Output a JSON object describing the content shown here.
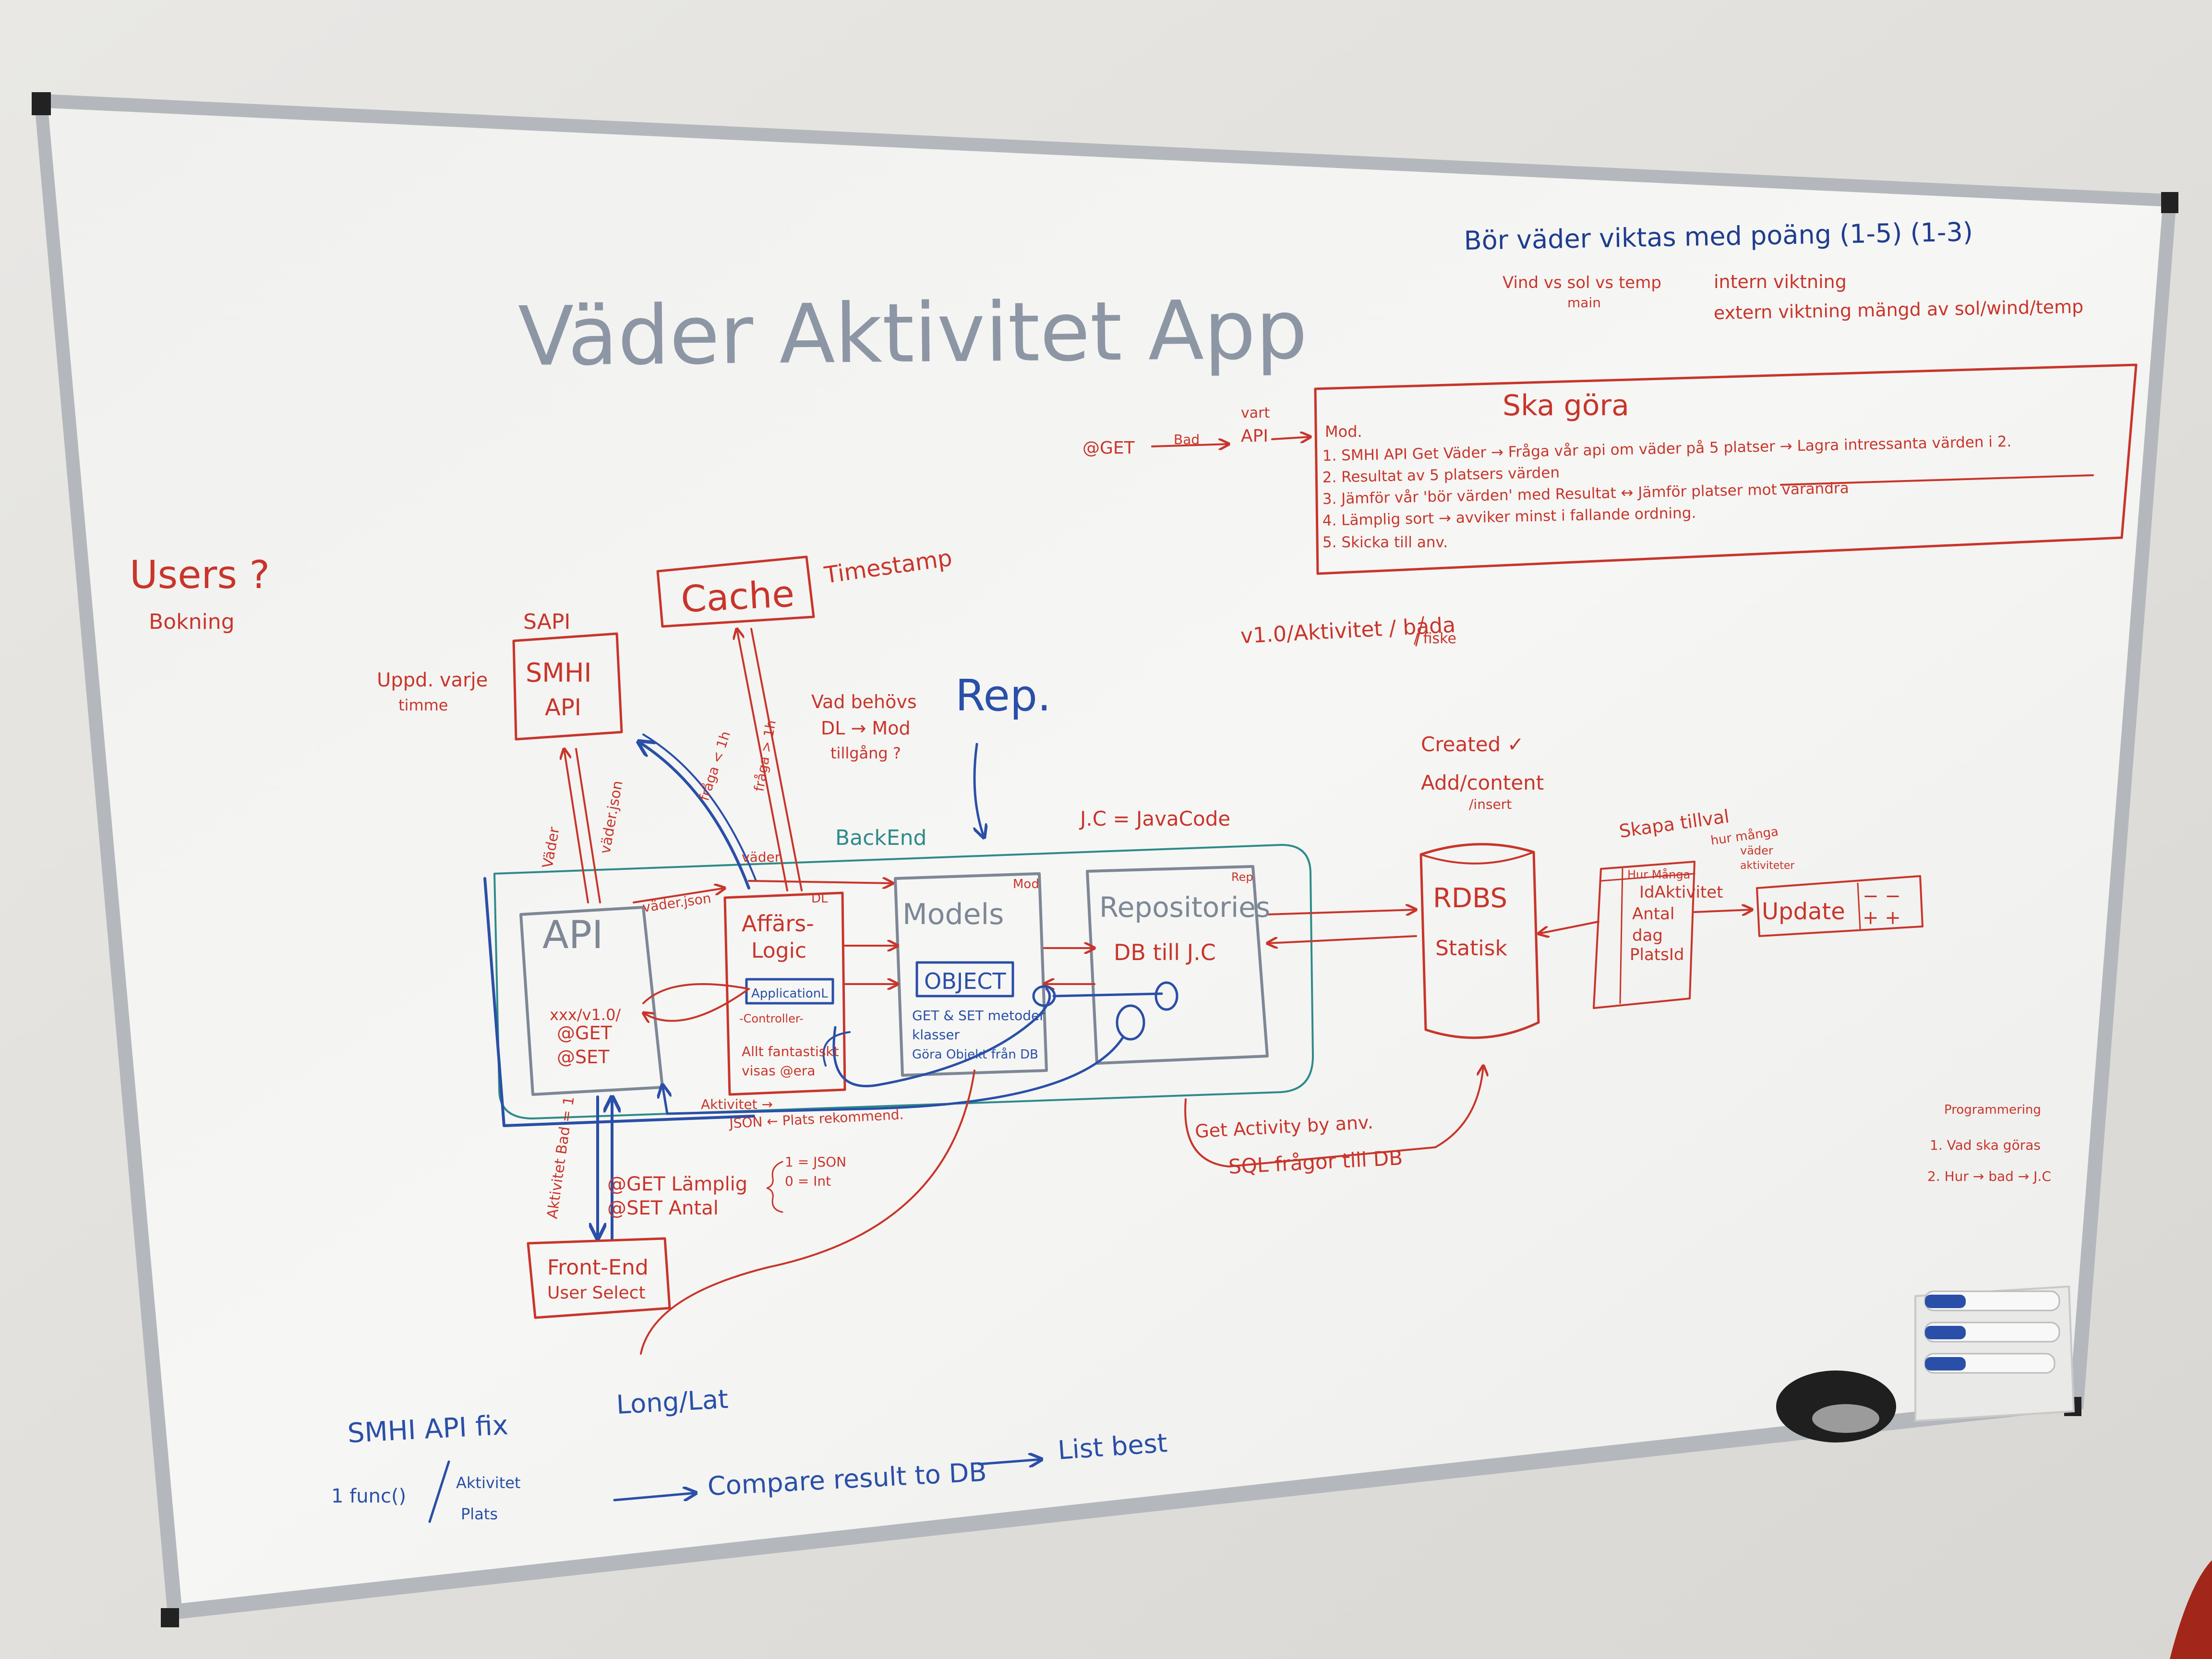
{
  "whiteboard": {
    "title": "Väder Aktivitet App",
    "top_right": {
      "line1": "Bör väder viktas med poäng (1-5) (1-3)",
      "line2_left": "Vind vs sol vs temp",
      "line2_sub": "main",
      "line2_right": "intern viktning",
      "line3": "extern viktning mängd av sol/wind/temp"
    },
    "ska_gora": {
      "title": "Ska göra",
      "lead_top": "vart",
      "lead_get": "@GET",
      "lead_bad": "Bad",
      "lead_api": "API",
      "lead_mod": "Mod.",
      "items": [
        "1. SMHI API Get Väder → Fråga vår api om väder på 5 platser → Lagra intressanta värden i 2.",
        "2. Resultat av 5 platsers värden",
        "3. Jämför vår 'bör värden' med Resultat ↔ Jämför platser mot varandra",
        "4. Lämplig sort → avviker minst i fallande ordning.",
        "5. Skicka till anv."
      ]
    },
    "users": {
      "title": "Users ?",
      "sub": "Bokning"
    },
    "sapi": "SAPI",
    "smhi": {
      "line1": "SMHI",
      "line2": "API"
    },
    "uppd": {
      "line1": "Uppd. varje",
      "line2": "timme"
    },
    "cache": "Cache",
    "timestamp": "Timestamp",
    "version": {
      "line1": "v1.0/Aktivitet / bada",
      "line2": "/ fiske"
    },
    "vad_behovs": {
      "line1": "Vad behövs",
      "line2": "DL → Mod",
      "line3": "tillgång ?"
    },
    "rep": "Rep.",
    "jc": "J.C = JavaCode",
    "backend": "BackEnd",
    "api_box": {
      "title": "API",
      "path": "xxx/v1.0/",
      "get": "@GET",
      "set": "@SET"
    },
    "affars": {
      "line1": "Affärs-",
      "line2": "Logic",
      "dl": "DL",
      "app": "ApplicationL",
      "ctrl": "-Controller-",
      "allt": "Allt fantastiskt",
      "visas": "visas @era"
    },
    "models": {
      "title": "Models",
      "mod": "Mod",
      "object": "OBJECT",
      "get": "GET & SET metoder",
      "klasser": "klasser",
      "gora": "Göra Objekt från DB"
    },
    "repos": {
      "title": "Repositories",
      "rep": "Rep",
      "line2": "DB till J.C"
    },
    "created": {
      "line1": "Created ✓",
      "line2": "Add/content",
      "line3": "/insert"
    },
    "rdbs": {
      "line1": "RDBS",
      "line2": "Statisk"
    },
    "skapa": {
      "line1": "Skapa tillval",
      "line2": "hur många",
      "line3": "väder",
      "line4": "aktiviteter"
    },
    "table": {
      "header": "Hur Många",
      "rows": [
        "IdAktivitet",
        "Antal",
        "dag",
        "PlatsId"
      ]
    },
    "update": {
      "label": "Update",
      "minus": "− −",
      "plus": "+ +"
    },
    "arrows": {
      "vader": "Väder",
      "vader_json": "väder.json",
      "fraga": "fråga < 1h",
      "fraga2": "fråga > 1h",
      "vader2": "väder",
      "vader_json2": "väder.json",
      "aktivitet": "Aktivitet →",
      "json": "JSON ← Plats rekommend.",
      "akt_bad": "Aktivitet Bad = 1"
    },
    "get_set": {
      "get": "@GET Lämplig",
      "set": "@SET Antal",
      "brace1": "1 = JSON",
      "brace2": "0 = Int"
    },
    "frontend": {
      "line1": "Front-End",
      "line2": "User Select"
    },
    "get_activity": {
      "line1": "Get Activity by anv.",
      "line2": "SQL frågor till DB"
    },
    "programmering": {
      "title": "Programmering",
      "line1": "1. Vad ska göras",
      "line2": "2. Hur → bad → J.C"
    },
    "bottom": {
      "smhi_fix": "SMHI API fix",
      "long_lat": "Long/Lat",
      "func": "1 func()",
      "akt": "Aktivitet",
      "plats": "Plats",
      "compare": "Compare result to DB",
      "list": "List best"
    }
  },
  "colors": {
    "wall": "#e4e2df",
    "board": "#f3f3f1",
    "frame": "#b9bcbf",
    "red_marker": "#c8352b",
    "blue_marker": "#2a4fa8",
    "gray_marker": "#7d8796",
    "teal_marker": "#2e8a8a"
  }
}
